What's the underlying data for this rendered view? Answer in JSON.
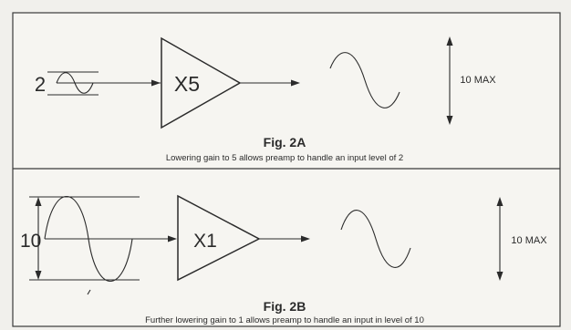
{
  "fig_2a": {
    "input_level": "2",
    "gain_label": "X5",
    "output_label": "10 MAX",
    "title": "Fig. 2A",
    "caption": "Lowering gain to 5 allows preamp to handle an input level of 2"
  },
  "fig_2b": {
    "input_level": "10",
    "gain_label": "X1",
    "output_label": "10 MAX",
    "title": "Fig. 2B",
    "caption": "Further lowering gain to 1 allows preamp to handle an input in level of 10"
  },
  "colors": {
    "paper": "#f1f0ec",
    "ink": "#2b2b2b"
  }
}
